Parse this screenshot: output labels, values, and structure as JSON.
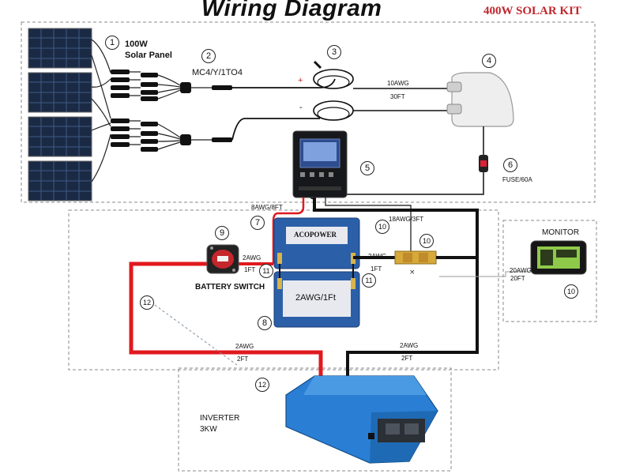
{
  "header": {
    "title": "Wiring Diagram",
    "kit": "400W SOLAR KIT"
  },
  "colors": {
    "positive_wire": "#e0191f",
    "negative_wire": "#111111",
    "inverter_blue": "#2a7fd4",
    "kit_red": "#c0272d"
  },
  "labels": {
    "panel_line1": "100W",
    "panel_line2": "Solar Panel",
    "branch": "MC4/Y/1TO4",
    "plus": "+",
    "minus": "-",
    "pv_gauge": "10AWG",
    "pv_length": "30FT",
    "fuse": "FUSE/60A",
    "ctrl_gauge": "8AWG/8FT",
    "shunt_gauge": "18AWG/3FT",
    "battery_brand": "ACOPOWER",
    "battery_cable": "2AWG/1Ft",
    "battery_switch": "BATTERY SWITCH",
    "switch_gauge": "2AWG",
    "switch_len": "1FT",
    "shunt_gauge2": "2AWG",
    "shunt_len": "1FT",
    "monitor": "MONITOR",
    "monitor_gauge": "20AWG",
    "monitor_len": "20FT",
    "inv_pos_gauge": "2AWG",
    "inv_pos_len": "2FT",
    "inv_neg_gauge": "2AWG",
    "inv_neg_len": "2FT",
    "inverter_line1": "INVERTER",
    "inverter_line2": "3KW"
  },
  "numbers": {
    "n1": "1",
    "n2": "2",
    "n3": "3",
    "n4": "4",
    "n5": "5",
    "n6": "6",
    "n7": "7",
    "n8": "8",
    "n9": "9",
    "n10a": "10",
    "n10b": "10",
    "n10c": "10",
    "n11a": "11",
    "n11b": "11",
    "n12a": "12",
    "n12b": "12"
  }
}
